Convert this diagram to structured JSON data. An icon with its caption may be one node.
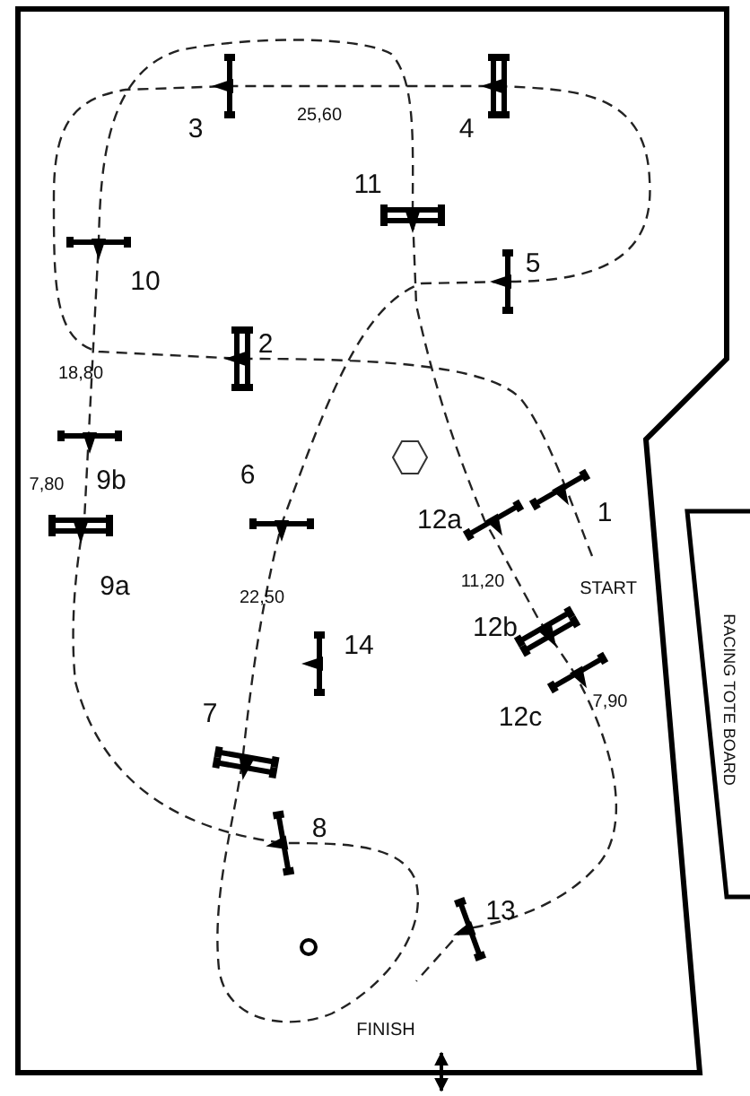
{
  "diagram": {
    "labels": [
      "25,60",
      "3",
      "4",
      "11",
      "5",
      "10",
      "2",
      "18,80",
      "6",
      "9b",
      "7,80",
      "1",
      "12a",
      "11,20",
      "9a",
      "START",
      "22,50",
      "12b",
      "14",
      "7,90",
      "7",
      "12c",
      "8",
      "13",
      "FINISH",
      "RACING TOTE BOARD"
    ]
  }
}
